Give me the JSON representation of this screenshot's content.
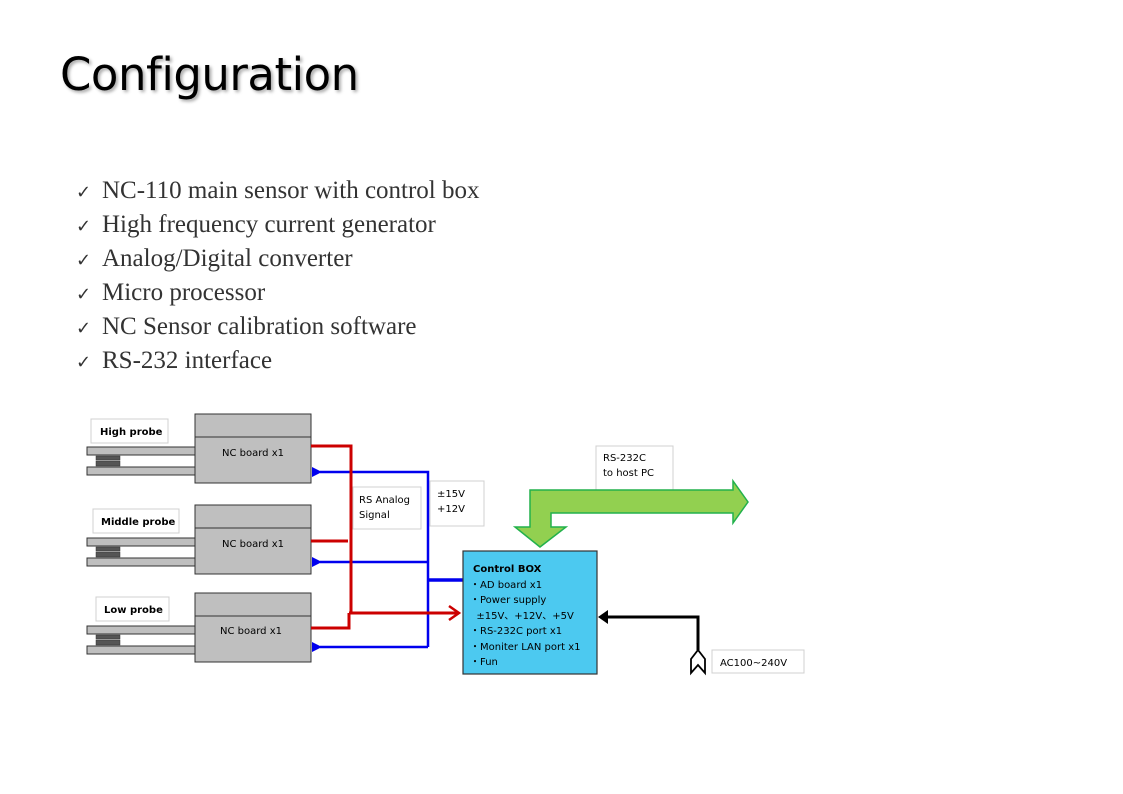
{
  "slide": {
    "title": "Configuration",
    "bullet_icon": "check-mark-icon",
    "bullets": [
      "NC-110 main sensor with control box",
      "High frequency current generator",
      "Analog/Digital converter",
      "Micro processor",
      "NC Sensor calibration software",
      "RS-232 interface"
    ]
  },
  "diagram": {
    "probes": [
      {
        "label": "High probe",
        "board": "NC board x1"
      },
      {
        "label": "Middle probe",
        "board": "NC board x1"
      },
      {
        "label": "Low probe",
        "board": "NC board x1"
      }
    ],
    "labels": {
      "analog_line1": "RS Analog",
      "analog_line2": "Signal",
      "power_line1": "±15V",
      "power_line2": "+12V",
      "rs232_line1": "RS-232C",
      "rs232_line2": "to host PC",
      "ac": "AC100~240V"
    },
    "control_box": {
      "title": "Control BOX",
      "items": [
        "・AD board x1",
        "・Power supply",
        "  ±15V、+12V、+5V",
        "・RS-232C port x1",
        "・Moniter LAN port x1",
        "・Fun"
      ]
    },
    "colors": {
      "signal_line": "#cc0000",
      "power_line": "#0000ee",
      "control_box_fill": "#4cc9f0",
      "arrow_fill": "#92d050",
      "arrow_stroke": "#22b14c",
      "board_fill": "#bfbfbf"
    }
  }
}
